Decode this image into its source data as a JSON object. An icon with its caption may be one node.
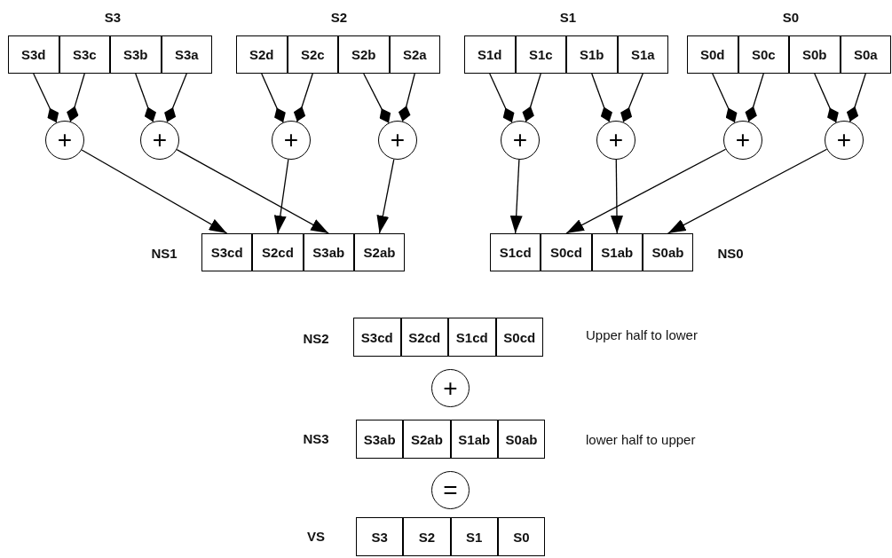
{
  "diagram": {
    "nodes": [
      {
        "text": [
          "S3d"
        ]
      },
      {
        "text": [
          "S3c"
        ]
      },
      {
        "text": [
          "S3b"
        ]
      },
      {
        "text": [
          "S3a"
        ]
      },
      {
        "text": [
          "S2d"
        ]
      },
      {
        "text": [
          "S2c"
        ]
      },
      {
        "text": [
          "S2b"
        ]
      },
      {
        "text": [
          "S2a"
        ]
      },
      {
        "text": [
          "S1d"
        ]
      },
      {
        "text": [
          "S1c"
        ]
      },
      {
        "text": [
          "S1b"
        ]
      },
      {
        "text": [
          "S1a"
        ]
      },
      {
        "text": [
          "S0d"
        ]
      },
      {
        "text": [
          "S0c"
        ]
      },
      {
        "text": [
          "S0b"
        ]
      },
      {
        "text": [
          "S0a"
        ]
      },
      {
        "text": [
          "+"
        ]
      },
      {
        "text": [
          "+"
        ]
      },
      {
        "text": [
          "+"
        ]
      },
      {
        "text": [
          "+"
        ]
      },
      {
        "text": [
          "+"
        ]
      },
      {
        "text": [
          "+"
        ]
      },
      {
        "text": [
          "+"
        ]
      },
      {
        "text": [
          "+"
        ]
      },
      {
        "text": [
          "S3cd"
        ]
      },
      {
        "text": [
          "S2cd"
        ]
      },
      {
        "text": [
          "S3ab"
        ]
      },
      {
        "text": [
          "S2ab"
        ]
      },
      {
        "text": [
          "S1cd"
        ]
      },
      {
        "text": [
          "S0cd"
        ]
      },
      {
        "text": [
          "S1ab"
        ]
      },
      {
        "text": [
          "S0ab"
        ]
      },
      {
        "text": [
          "S3cd"
        ]
      },
      {
        "text": [
          "S2cd"
        ]
      },
      {
        "text": [
          "S1cd"
        ]
      },
      {
        "text": [
          "S0cd"
        ]
      },
      {
        "text": [
          "+"
        ]
      },
      {
        "text": [
          "S3ab"
        ]
      },
      {
        "text": [
          "S2ab"
        ]
      },
      {
        "text": [
          "S1ab"
        ]
      },
      {
        "text": [
          "S0ab"
        ]
      },
      {
        "text": [
          "="
        ]
      },
      {
        "text": [
          "S3"
        ]
      },
      {
        "text": [
          "S2"
        ]
      },
      {
        "text": [
          "S1"
        ]
      },
      {
        "text": [
          "S0"
        ]
      }
    ],
    "edges": [
      {
        "from": 0,
        "to": 16,
        "arrow": "other"
      },
      {
        "from": 1,
        "to": 16,
        "arrow": "other"
      },
      {
        "from": 2,
        "to": 17,
        "arrow": "other"
      },
      {
        "from": 3,
        "to": 17,
        "arrow": "other"
      },
      {
        "from": 4,
        "to": 18,
        "arrow": "other"
      },
      {
        "from": 5,
        "to": 18,
        "arrow": "other"
      },
      {
        "from": 6,
        "to": 19,
        "arrow": "other"
      },
      {
        "from": 7,
        "to": 19,
        "arrow": "other"
      },
      {
        "from": 8,
        "to": 20,
        "arrow": "other"
      },
      {
        "from": 9,
        "to": 20,
        "arrow": "other"
      },
      {
        "from": 10,
        "to": 21,
        "arrow": "other"
      },
      {
        "from": 11,
        "to": 21,
        "arrow": "other"
      },
      {
        "from": 12,
        "to": 22,
        "arrow": "other"
      },
      {
        "from": 13,
        "to": 22,
        "arrow": "other"
      },
      {
        "from": 14,
        "to": 23,
        "arrow": "other"
      },
      {
        "from": 15,
        "to": 23,
        "arrow": "other"
      },
      {
        "from": 16,
        "to": 24,
        "arrow": "to"
      },
      {
        "from": 17,
        "to": 26,
        "arrow": "to"
      },
      {
        "from": 18,
        "to": 25,
        "arrow": "to"
      },
      {
        "from": 19,
        "to": 27,
        "arrow": "to"
      },
      {
        "from": 20,
        "to": 28,
        "arrow": "to"
      },
      {
        "from": 21,
        "to": 30,
        "arrow": "to"
      },
      {
        "from": 22,
        "to": 29,
        "arrow": "to"
      },
      {
        "from": 23,
        "to": 31,
        "arrow": "to"
      }
    ],
    "labels": [
      "S3",
      "S2",
      "S1",
      "S0",
      "NS1",
      "NS0",
      "NS2",
      "Upper half to lower",
      "NS3",
      "lower half to upper",
      "VS"
    ]
  }
}
